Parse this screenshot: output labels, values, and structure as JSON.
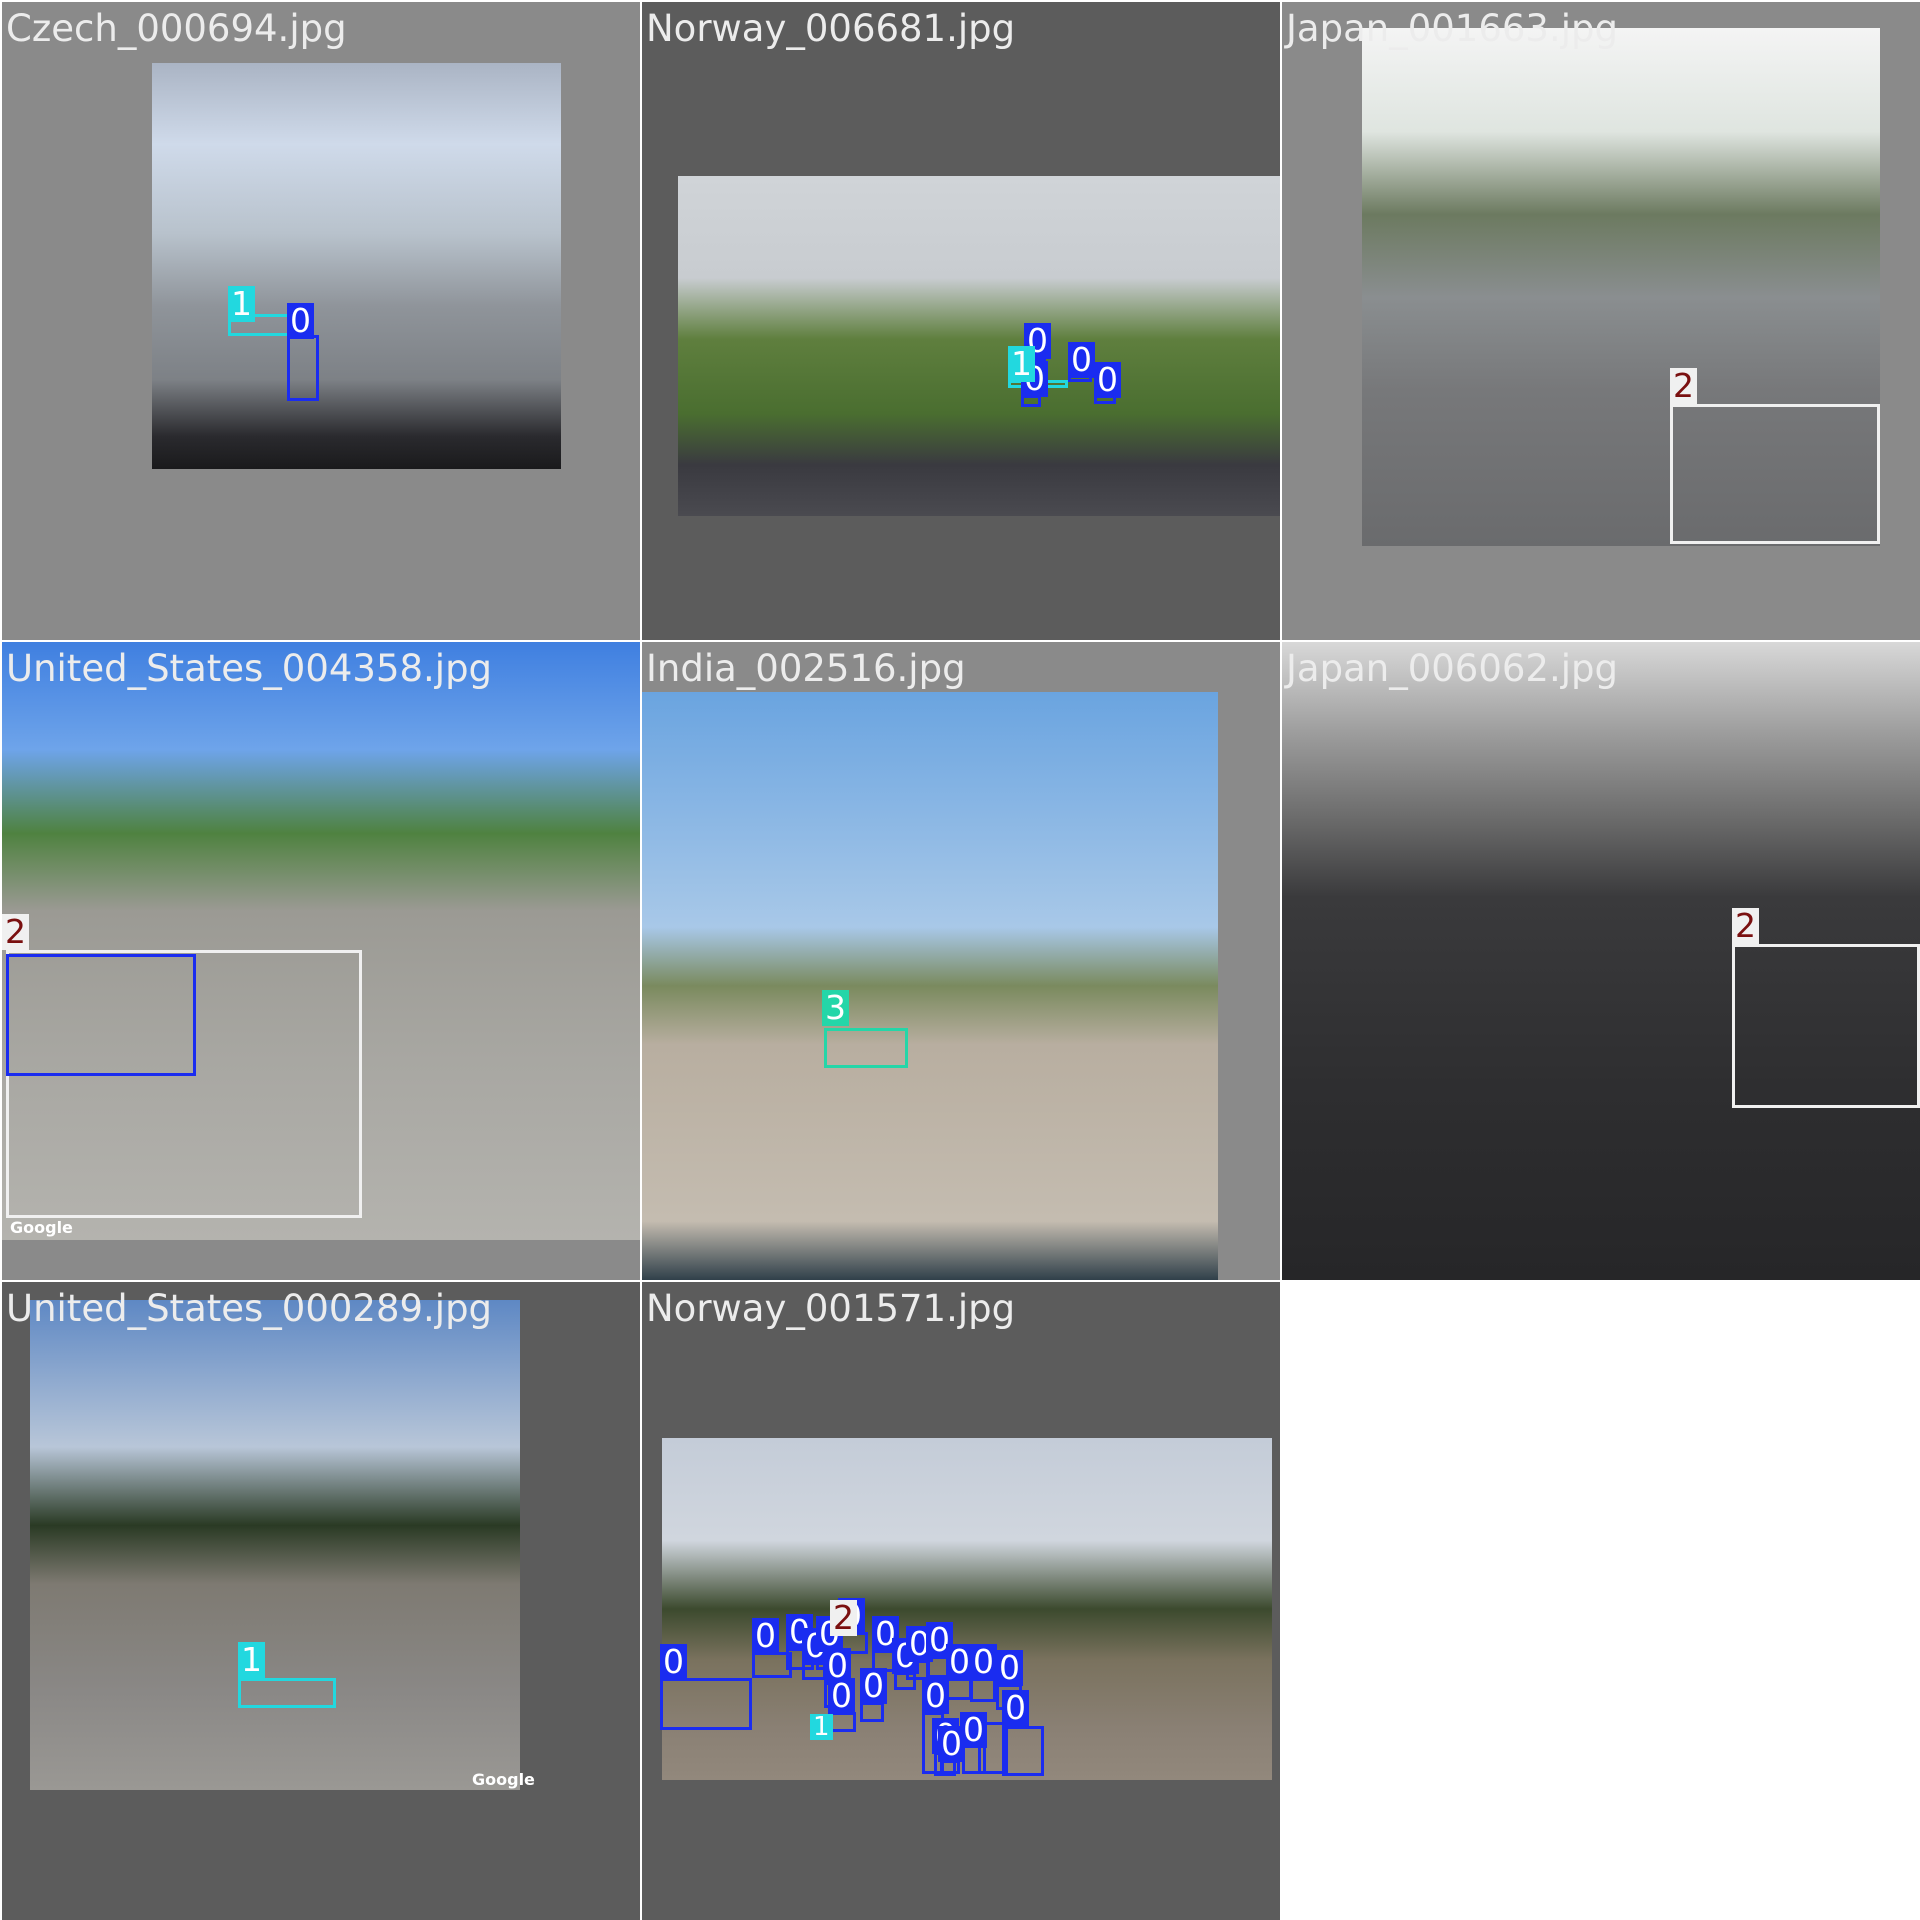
{
  "class_colors": {
    "0": "#1a2cf0",
    "1": "#22d8df",
    "2": "#f0f0f0",
    "3": "#24d6a8"
  },
  "label_text_colors": {
    "0": "#ffffff",
    "1": "#ffffff",
    "2": "#7a1010",
    "3": "#ffffff"
  },
  "tiles": [
    {
      "filename": "Czech_000694.jpg",
      "labels": [
        "1",
        "0"
      ]
    },
    {
      "filename": "Norway_006681.jpg",
      "labels": [
        "0",
        "0",
        "1",
        "0",
        "0"
      ]
    },
    {
      "filename": "Japan_001663.jpg",
      "labels": [
        "2"
      ]
    },
    {
      "filename": "United_States_004358.jpg",
      "labels": [
        "2"
      ],
      "watermark": "Google"
    },
    {
      "filename": "India_002516.jpg",
      "labels": [
        "3"
      ]
    },
    {
      "filename": "Japan_006062.jpg",
      "labels": [
        "2"
      ]
    },
    {
      "filename": "United_States_000289.jpg",
      "labels": [
        "1"
      ],
      "watermark": "Google"
    },
    {
      "filename": "Norway_001571.jpg",
      "labels": [
        "0",
        "0",
        "0",
        "0",
        "0",
        "0",
        "0",
        "0",
        "0",
        "0",
        "0",
        "0",
        "0",
        "0",
        "0",
        "0",
        "0",
        "0",
        "0",
        "0",
        "0",
        "2",
        "1"
      ]
    }
  ]
}
